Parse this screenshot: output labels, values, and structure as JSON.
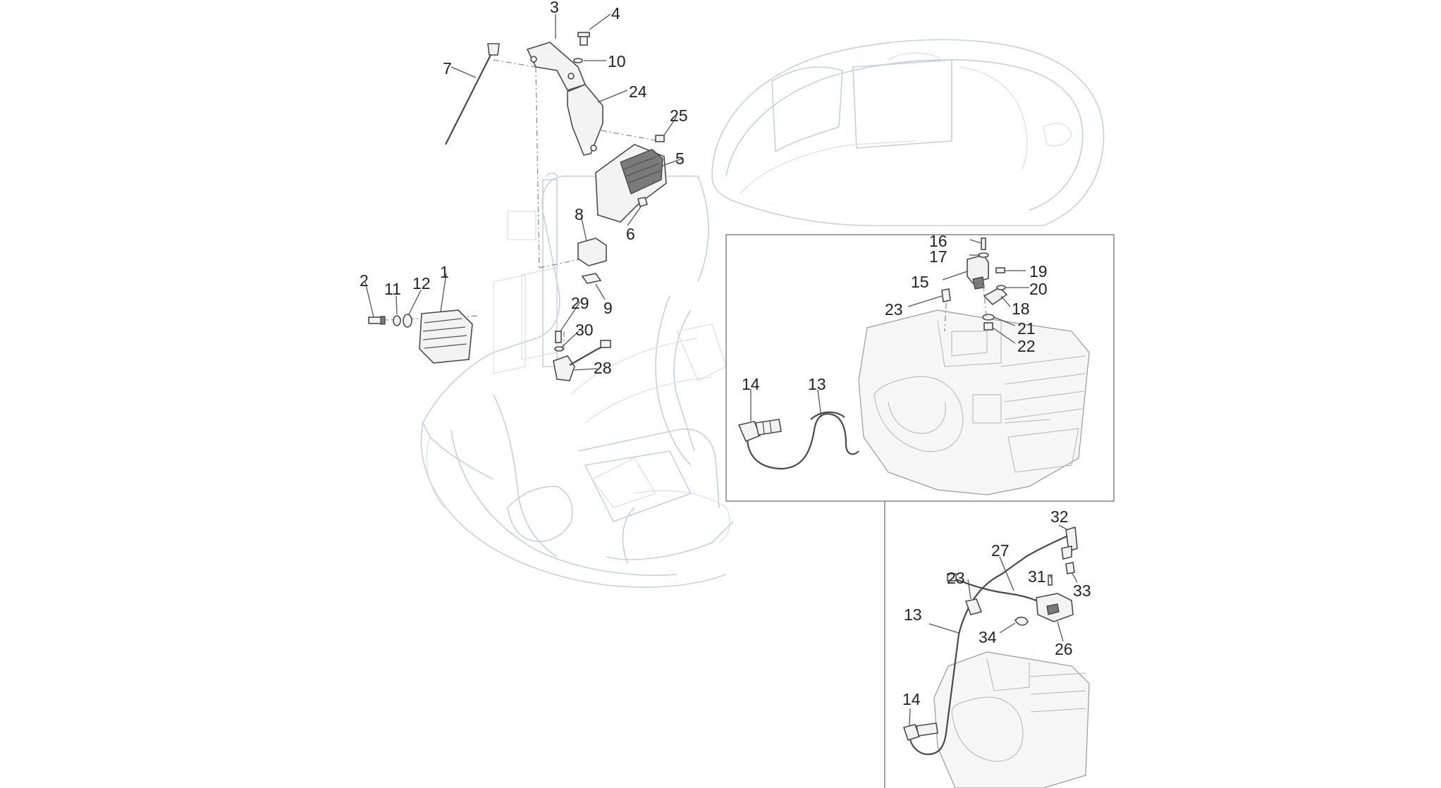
{
  "labels": {
    "l1": "1",
    "l2": "2",
    "l3": "3",
    "l4": "4",
    "l5": "5",
    "l6": "6",
    "l7": "7",
    "l8": "8",
    "l9": "9",
    "l10": "10",
    "l11": "11",
    "l12": "12",
    "l24": "24",
    "l25": "25",
    "l28": "28",
    "l29": "29",
    "l30": "30",
    "inset1": {
      "l13": "13",
      "l14": "14",
      "l15": "15",
      "l16": "16",
      "l17": "17",
      "l18": "18",
      "l19": "19",
      "l20": "20",
      "l21": "21",
      "l22": "22",
      "l23": "23"
    },
    "inset2": {
      "l13": "13",
      "l14": "14",
      "l23": "23",
      "l26": "26",
      "l27": "27",
      "l31": "31",
      "l32": "32",
      "l33": "33",
      "l34": "34"
    }
  },
  "colors": {
    "background": "#ffffff",
    "ghost_outline": "#c9d0da",
    "part_stroke": "#4a4a4a",
    "label_text": "#222222"
  }
}
